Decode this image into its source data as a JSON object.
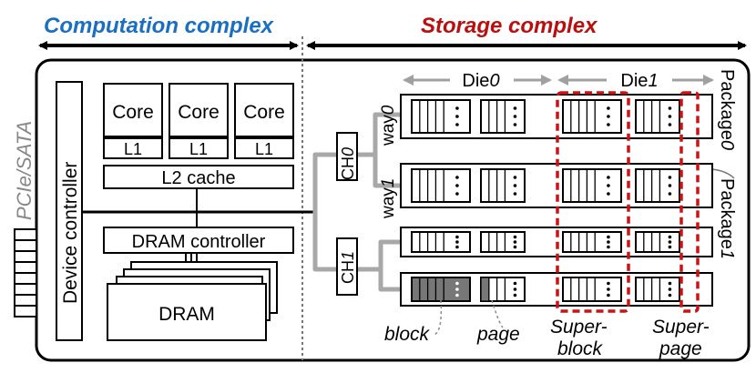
{
  "headings": {
    "computation": "Computation complex",
    "storage": "Storage complex",
    "computation_color": "#1a6fc2",
    "storage_color": "#b80f0f"
  },
  "interface": {
    "prefix": "PCIe/",
    "suffix": "SATA"
  },
  "computation": {
    "device_controller": "Device controller",
    "cores": [
      {
        "core": "Core",
        "cache": "L1"
      },
      {
        "core": "Core",
        "cache": "L1"
      },
      {
        "core": "Core",
        "cache": "L1"
      }
    ],
    "l2": "L2 cache",
    "dram_controller": "DRAM controller",
    "dram": "DRAM"
  },
  "channels": [
    {
      "prefix": "CH",
      "index": "0"
    },
    {
      "prefix": "CH",
      "index": "1"
    }
  ],
  "dies": [
    {
      "prefix": "Die",
      "index": "0"
    },
    {
      "prefix": "Die",
      "index": "1"
    }
  ],
  "ways": [
    {
      "prefix": "way",
      "index": "0"
    },
    {
      "prefix": "way",
      "index": "1"
    }
  ],
  "packages": [
    {
      "prefix": "Package",
      "index": "0"
    },
    {
      "prefix": "Package",
      "index": "1"
    }
  ],
  "annotations": {
    "block": "block",
    "page": "page",
    "superblock_line1": "Super-",
    "superblock_line2": "block",
    "superpage_line1": "Super-",
    "superpage_line2": "page",
    "highlight_color": "#c81414"
  }
}
